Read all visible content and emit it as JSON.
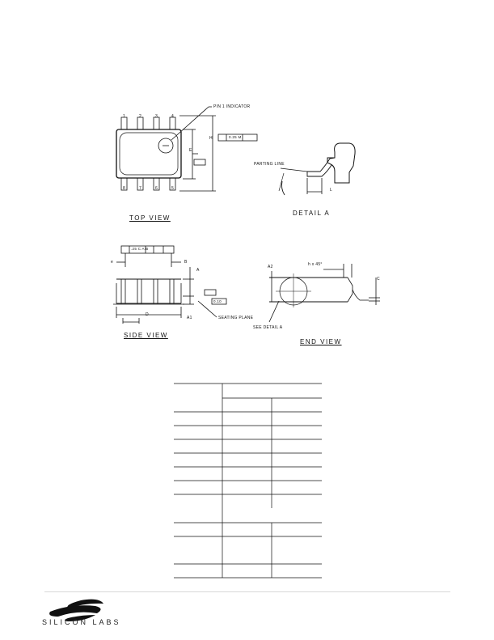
{
  "diagram": {
    "top_view": {
      "title": "TOP VIEW",
      "pin1_indicator": "PIN 1 INDICATOR",
      "dim_h": "H",
      "dim_e": "E",
      "dim_e_tol": "0.25 M",
      "pins_top": [
        "1",
        "2",
        "3",
        "4"
      ],
      "pins_bottom": [
        "8",
        "7",
        "6",
        "5"
      ]
    },
    "detail_a": {
      "title": "DETAIL A",
      "parting_line": "PARTING LINE",
      "dim_l": "L"
    },
    "side_view": {
      "title": "SIDE VIEW",
      "dim_a": "A",
      "dim_a1": "A1",
      "dim_d": "D",
      "dim_b": "B",
      "dim_e_pitch": "e",
      "feature_ctrl": ".25 C A B",
      "seating_plane": "SEATING PLANE",
      "flatness": "0.10"
    },
    "end_view": {
      "title": "END VIEW",
      "dim_a2": "A2",
      "dim_h_chamfer": "h x 45°",
      "dim_c": "C",
      "see_detail": "SEE DETAIL A"
    }
  },
  "table": {
    "rows": 13,
    "cols": 3
  },
  "footer": {
    "brand": "SILICON LABS"
  }
}
